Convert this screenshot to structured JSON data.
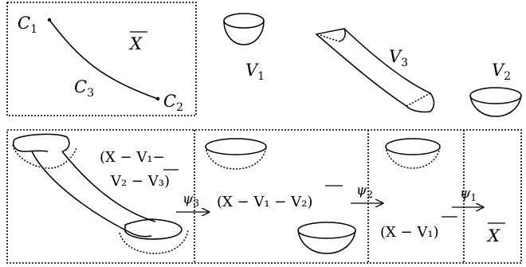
{
  "top_box": {
    "point_c1": {
      "name": "C",
      "sub": "1"
    },
    "point_c2": {
      "name": "C",
      "sub": "2"
    },
    "curve_c3": {
      "name": "C",
      "sub": "3"
    },
    "space_label": "X"
  },
  "top_shapes": {
    "v1": {
      "name": "V",
      "sub": "1"
    },
    "v3": {
      "name": "V",
      "sub": "3"
    },
    "v2": {
      "name": "V",
      "sub": "2"
    }
  },
  "bottom_row": {
    "panel1": {
      "line1": "(X − V₁−",
      "line2": "V₂ − V₃)"
    },
    "arrow1": {
      "symbol": "ψ",
      "sub": "3"
    },
    "panel2": {
      "label": "(X − V₁ − V₂)"
    },
    "arrow2": {
      "symbol": "ψ",
      "sub": "2"
    },
    "panel3": {
      "label": "(X − V₁)"
    },
    "arrow3": {
      "symbol": "ψ",
      "sub": "1"
    },
    "panel4": {
      "label": "X"
    }
  }
}
